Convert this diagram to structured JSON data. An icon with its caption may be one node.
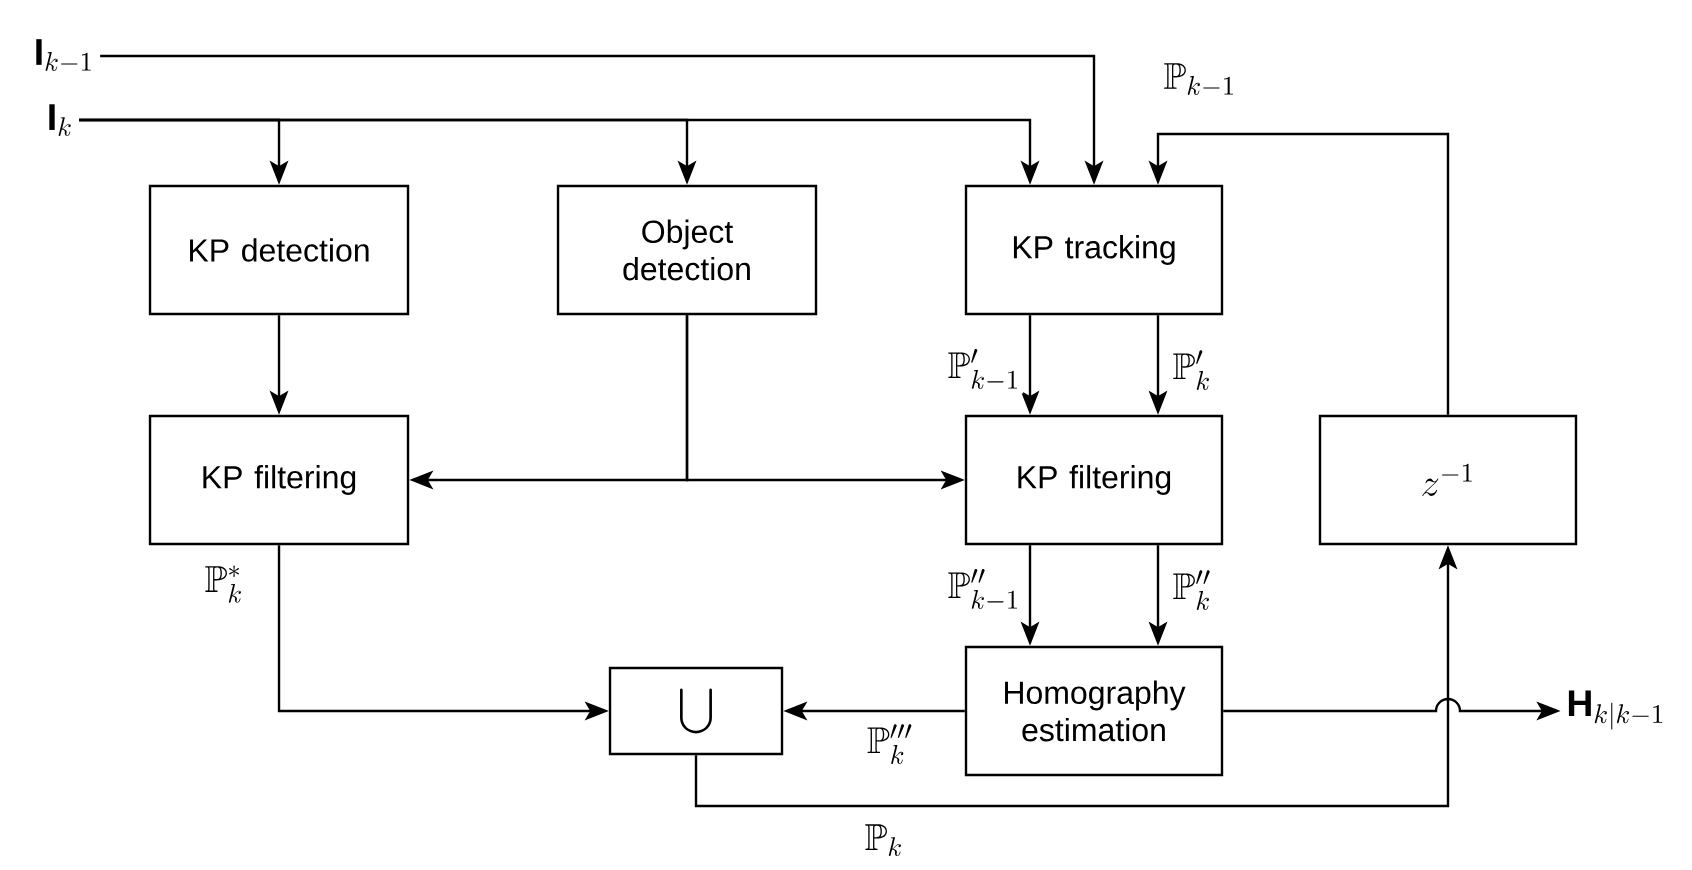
{
  "diagram": {
    "nodes": [
      {
        "text": [
          "\\mathbf{I}_{k-1}"
        ]
      },
      {
        "text": [
          "\\mathbf{I}_{k}"
        ]
      },
      {
        "text": [
          "KP detection"
        ]
      },
      {
        "text": [
          "Object detection"
        ]
      },
      {
        "text": [
          "KP tracking"
        ]
      },
      {
        "text": [
          "KP filtering"
        ]
      },
      {
        "text": [
          "KP filtering"
        ]
      },
      {
        "text": [
          "z^{-1}"
        ]
      },
      {
        "text": [
          "\\bigcup"
        ]
      },
      {
        "text": [
          "Homography estimation"
        ]
      },
      {
        "text": [
          "\\mathbf{H}_{k|k-1}"
        ]
      }
    ],
    "edges": [
      {
        "from": 0,
        "to": 4,
        "arrow": "to"
      },
      {
        "from": 1,
        "to": 2,
        "arrow": "to"
      },
      {
        "from": 1,
        "to": 3,
        "arrow": "to"
      },
      {
        "from": 1,
        "to": 4,
        "arrow": "to"
      },
      {
        "from": 2,
        "to": 5,
        "arrow": "to"
      },
      {
        "from": 3,
        "to": 5,
        "arrow": "to"
      },
      {
        "from": 3,
        "to": 6,
        "arrow": "to"
      },
      {
        "from": 4,
        "to": 6,
        "arrow": "to",
        "label": "\\mathbb{P}'_{k-1}"
      },
      {
        "from": 4,
        "to": 6,
        "arrow": "to",
        "label": "\\mathbb{P}'_{k}"
      },
      {
        "from": 6,
        "to": 9,
        "arrow": "to",
        "label": "\\mathbb{P}''_{k-1}"
      },
      {
        "from": 6,
        "to": 9,
        "arrow": "to",
        "label": "\\mathbb{P}''_{k}"
      },
      {
        "from": 5,
        "to": 8,
        "arrow": "to",
        "label": "\\mathbb{P}^{*}_{k}"
      },
      {
        "from": 9,
        "to": 8,
        "arrow": "to",
        "label": "\\mathbb{P}'''_{k}"
      },
      {
        "from": 9,
        "to": 10,
        "arrow": "to"
      },
      {
        "from": 8,
        "to": 7,
        "arrow": "to",
        "label": "\\mathbb{P}_{k}"
      },
      {
        "from": 7,
        "to": 4,
        "arrow": "to",
        "label": "\\mathbb{P}_{k-1}"
      }
    ]
  }
}
